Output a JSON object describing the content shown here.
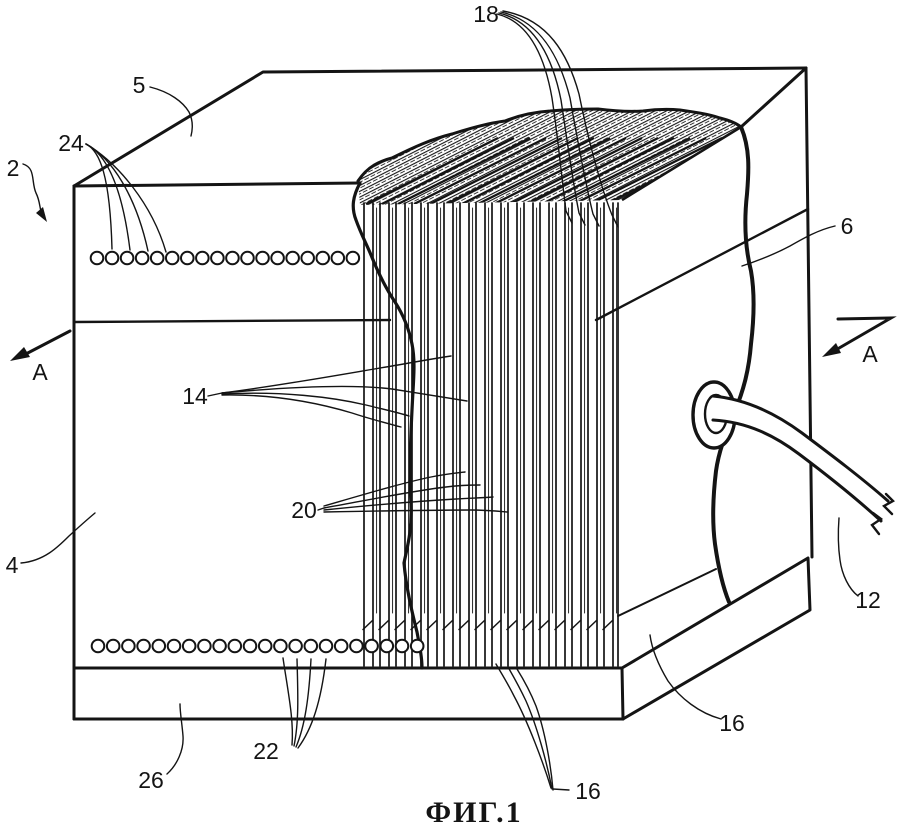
{
  "figure": {
    "caption": "ФИГ.1",
    "labels": {
      "ref2": "2",
      "ref4": "4",
      "ref5": "5",
      "ref6": "6",
      "ref12": "12",
      "ref14": "14",
      "ref16_side": "16",
      "ref16_bottom": "16",
      "ref18": "18",
      "ref20": "20",
      "ref22": "22",
      "ref24": "24",
      "ref26": "26",
      "section_left": "A",
      "section_right": "A"
    },
    "colors": {
      "ink": "#141414",
      "paper": "#ffffff"
    },
    "diagram": {
      "plate_count": 16,
      "top_hole_count": 18,
      "bottom_hole_count": 22
    }
  }
}
